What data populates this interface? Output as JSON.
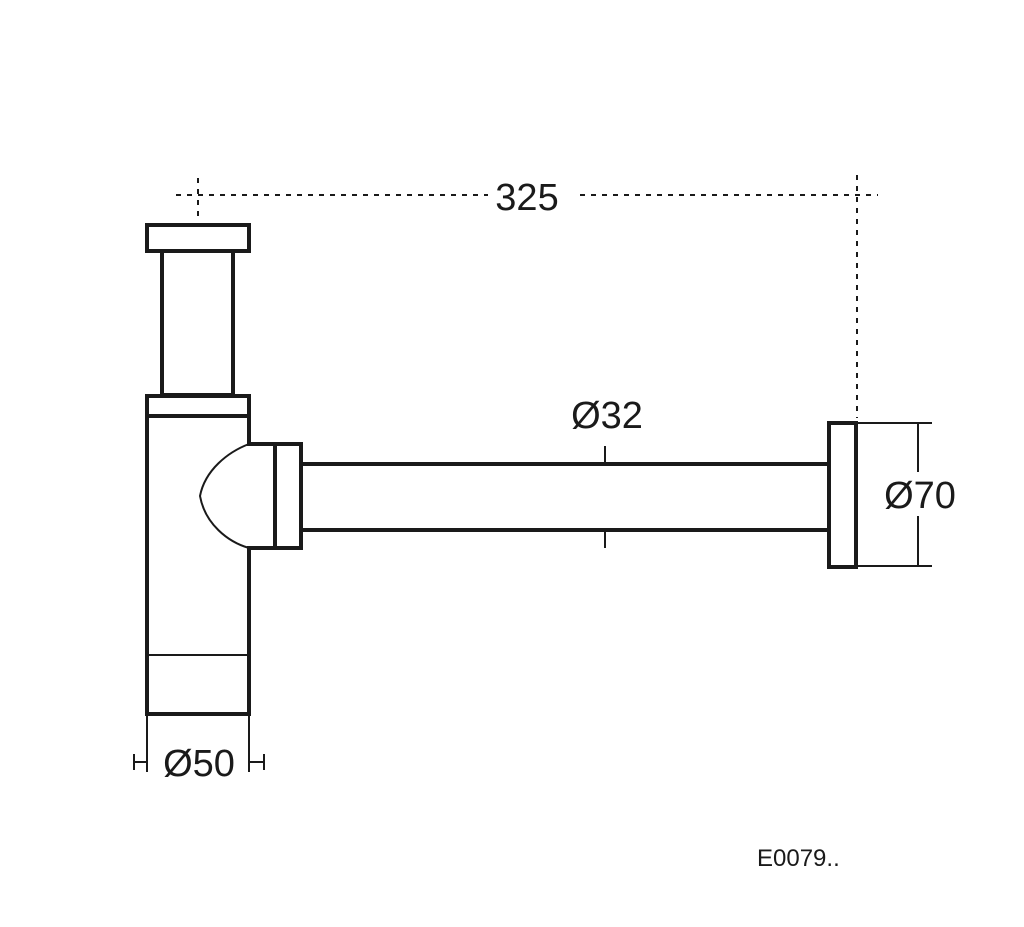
{
  "dimensions": {
    "overall_length": "325",
    "tube_diameter": "Ø32",
    "flange_diameter": "Ø70",
    "outlet_diameter": "Ø50"
  },
  "product_code": "E0079.."
}
